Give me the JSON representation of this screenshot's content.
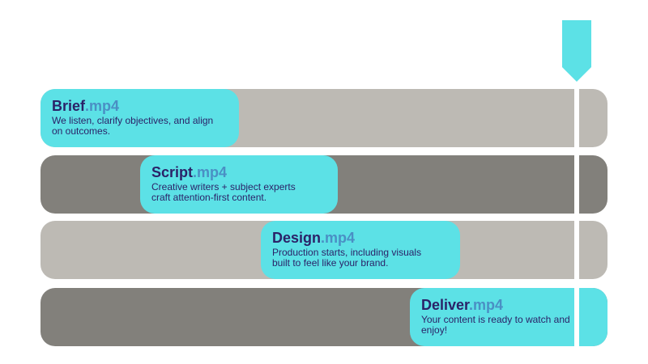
{
  "steps": [
    {
      "name": "Brief",
      "ext": ".mp4",
      "description": "We listen, clarify objectives, and align on outcomes."
    },
    {
      "name": "Script",
      "ext": ".mp4",
      "description": "Creative writers + subject experts craft attention-first content."
    },
    {
      "name": "Design",
      "ext": ".mp4",
      "description": "Production starts, including visuals built to feel like your brand."
    },
    {
      "name": "Deliver",
      "ext": ".mp4",
      "description": "Your content is ready to watch and enjoy!"
    }
  ],
  "colors": {
    "card": "#5ce1e6",
    "track_light": "#bdbab4",
    "track_dark": "#82807b",
    "title_text": "#2b2268",
    "ext_text": "#4a8fc4",
    "playhead": "#5ce1e6"
  },
  "icons": {
    "playhead": "playhead-marker-icon"
  }
}
